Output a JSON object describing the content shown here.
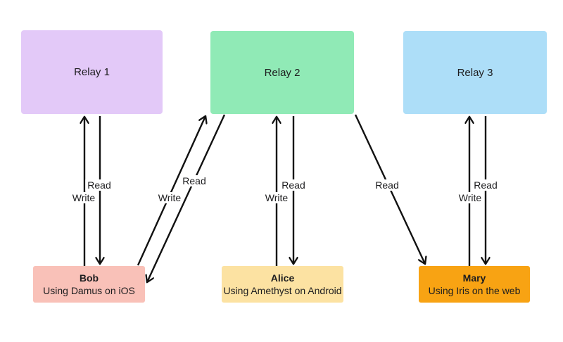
{
  "diagram": {
    "background": "#ffffff",
    "text_color": "#1d1d1f",
    "arrow_color": "#111111"
  },
  "relays": [
    {
      "label": "Relay 1",
      "color": "#e3c9f8"
    },
    {
      "label": "Relay 2",
      "color": "#90eab6"
    },
    {
      "label": "Relay 3",
      "color": "#addef8"
    }
  ],
  "users": [
    {
      "name": "Bob",
      "description": "Using Damus on iOS",
      "color": "#f9c1b8"
    },
    {
      "name": "Alice",
      "description": "Using Amethyst on Android",
      "color": "#fce2a2"
    },
    {
      "name": "Mary",
      "description": "Using Iris on the web",
      "color": "#f8a313"
    }
  ],
  "connections": [
    {
      "from": "Bob",
      "to": "Relay 1",
      "label": "Write"
    },
    {
      "from": "Relay 1",
      "to": "Bob",
      "label": "Read"
    },
    {
      "from": "Bob",
      "to": "Relay 2",
      "label": "Write"
    },
    {
      "from": "Relay 2",
      "to": "Bob",
      "label": "Read"
    },
    {
      "from": "Alice",
      "to": "Relay 2",
      "label": "Write"
    },
    {
      "from": "Relay 2",
      "to": "Alice",
      "label": "Read"
    },
    {
      "from": "Relay 2",
      "to": "Mary",
      "label": "Read"
    },
    {
      "from": "Mary",
      "to": "Relay 3",
      "label": "Write"
    },
    {
      "from": "Relay 3",
      "to": "Mary",
      "label": "Read"
    }
  ]
}
